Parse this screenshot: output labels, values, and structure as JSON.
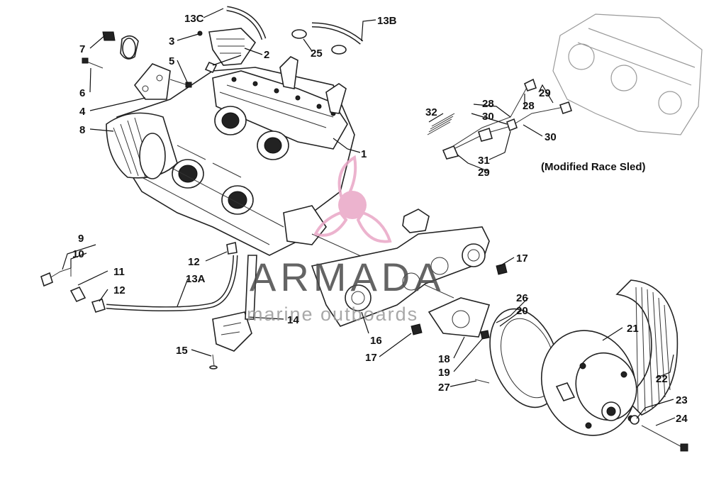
{
  "diagram": {
    "caption": "(Modified Race Sled)",
    "callouts": [
      "1",
      "2",
      "3",
      "4",
      "5",
      "6",
      "7",
      "8",
      "9",
      "10",
      "11",
      "12",
      "12",
      "13A",
      "13B",
      "13C",
      "14",
      "15",
      "16",
      "17",
      "17",
      "18",
      "19",
      "20",
      "21",
      "22",
      "23",
      "24",
      "25",
      "26",
      "27",
      "28",
      "28",
      "29",
      "29",
      "30",
      "30",
      "31",
      "32"
    ]
  },
  "watermark": {
    "brand": "ARMADA",
    "tagline": "marine outboards",
    "colors": {
      "brand_text": "#4a4a4a",
      "logo": "#e9a6c6",
      "tagline": "#9a9a9a"
    }
  },
  "icons": [
    "propeller-logo-icon"
  ]
}
